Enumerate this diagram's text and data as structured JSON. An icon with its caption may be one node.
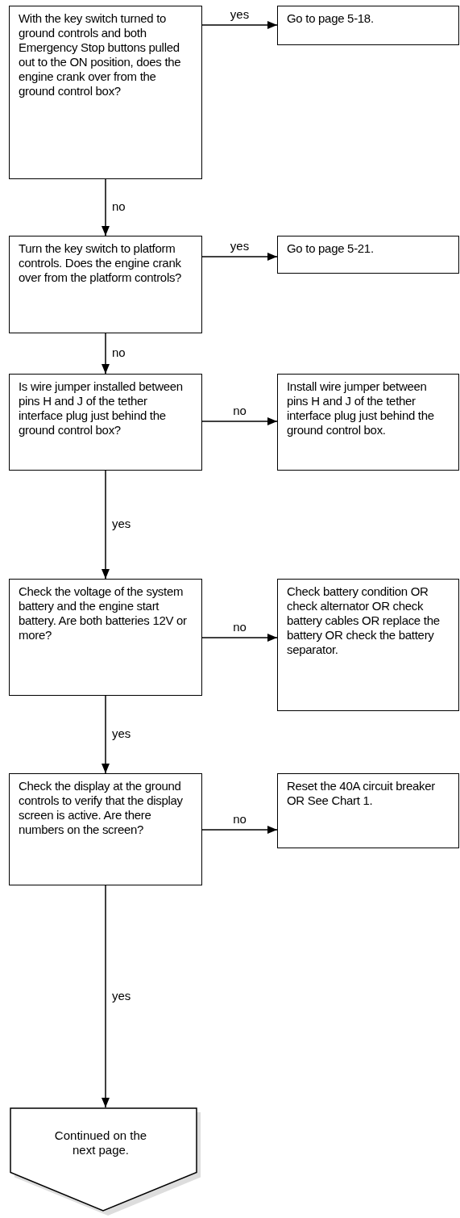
{
  "diagram": {
    "nodes": [
      {
        "text": [
          "With the key switch turned to ground controls and both Emergency Stop buttons pulled out to the ON position, does the engine crank over from the ground control box?"
        ]
      },
      {
        "text": [
          "Go to page 5-18."
        ]
      },
      {
        "text": [
          "Turn the key switch to platform controls. Does the engine crank over from the platform controls?"
        ]
      },
      {
        "text": [
          "Go to page 5-21."
        ]
      },
      {
        "text": [
          "Is wire jumper installed between pins H and J of the tether interface plug just behind the ground control box?"
        ]
      },
      {
        "text": [
          "Install wire jumper between pins H and J of the tether interface plug just behind the ground control box."
        ]
      },
      {
        "text": [
          "Check the voltage of the system battery and the engine start battery. Are both batteries 12V or more?"
        ]
      },
      {
        "text": [
          "Check battery condition OR check alternator OR check battery cables OR replace the battery OR check the battery separator."
        ]
      },
      {
        "text": [
          "Check the display at the ground controls to verify that the display screen is active. Are there numbers on the screen?"
        ]
      },
      {
        "text": [
          "Reset the 40A circuit breaker OR See Chart 1."
        ]
      },
      {
        "text": [
          "Continued on the next page."
        ]
      }
    ],
    "edges": [
      {
        "from": 0,
        "to": 1,
        "arrow": "to",
        "label": "yes"
      },
      {
        "from": 0,
        "to": 2,
        "arrow": "to",
        "label": "no"
      },
      {
        "from": 2,
        "to": 3,
        "arrow": "to",
        "label": "yes"
      },
      {
        "from": 2,
        "to": 4,
        "arrow": "to",
        "label": "no"
      },
      {
        "from": 4,
        "to": 5,
        "arrow": "to",
        "label": "no"
      },
      {
        "from": 4,
        "to": 6,
        "arrow": "to",
        "label": "yes"
      },
      {
        "from": 6,
        "to": 7,
        "arrow": "to",
        "label": "no"
      },
      {
        "from": 6,
        "to": 8,
        "arrow": "to",
        "label": "yes"
      },
      {
        "from": 8,
        "to": 9,
        "arrow": "to",
        "label": "no"
      },
      {
        "from": 8,
        "to": 10,
        "arrow": "to",
        "label": "yes"
      }
    ]
  }
}
